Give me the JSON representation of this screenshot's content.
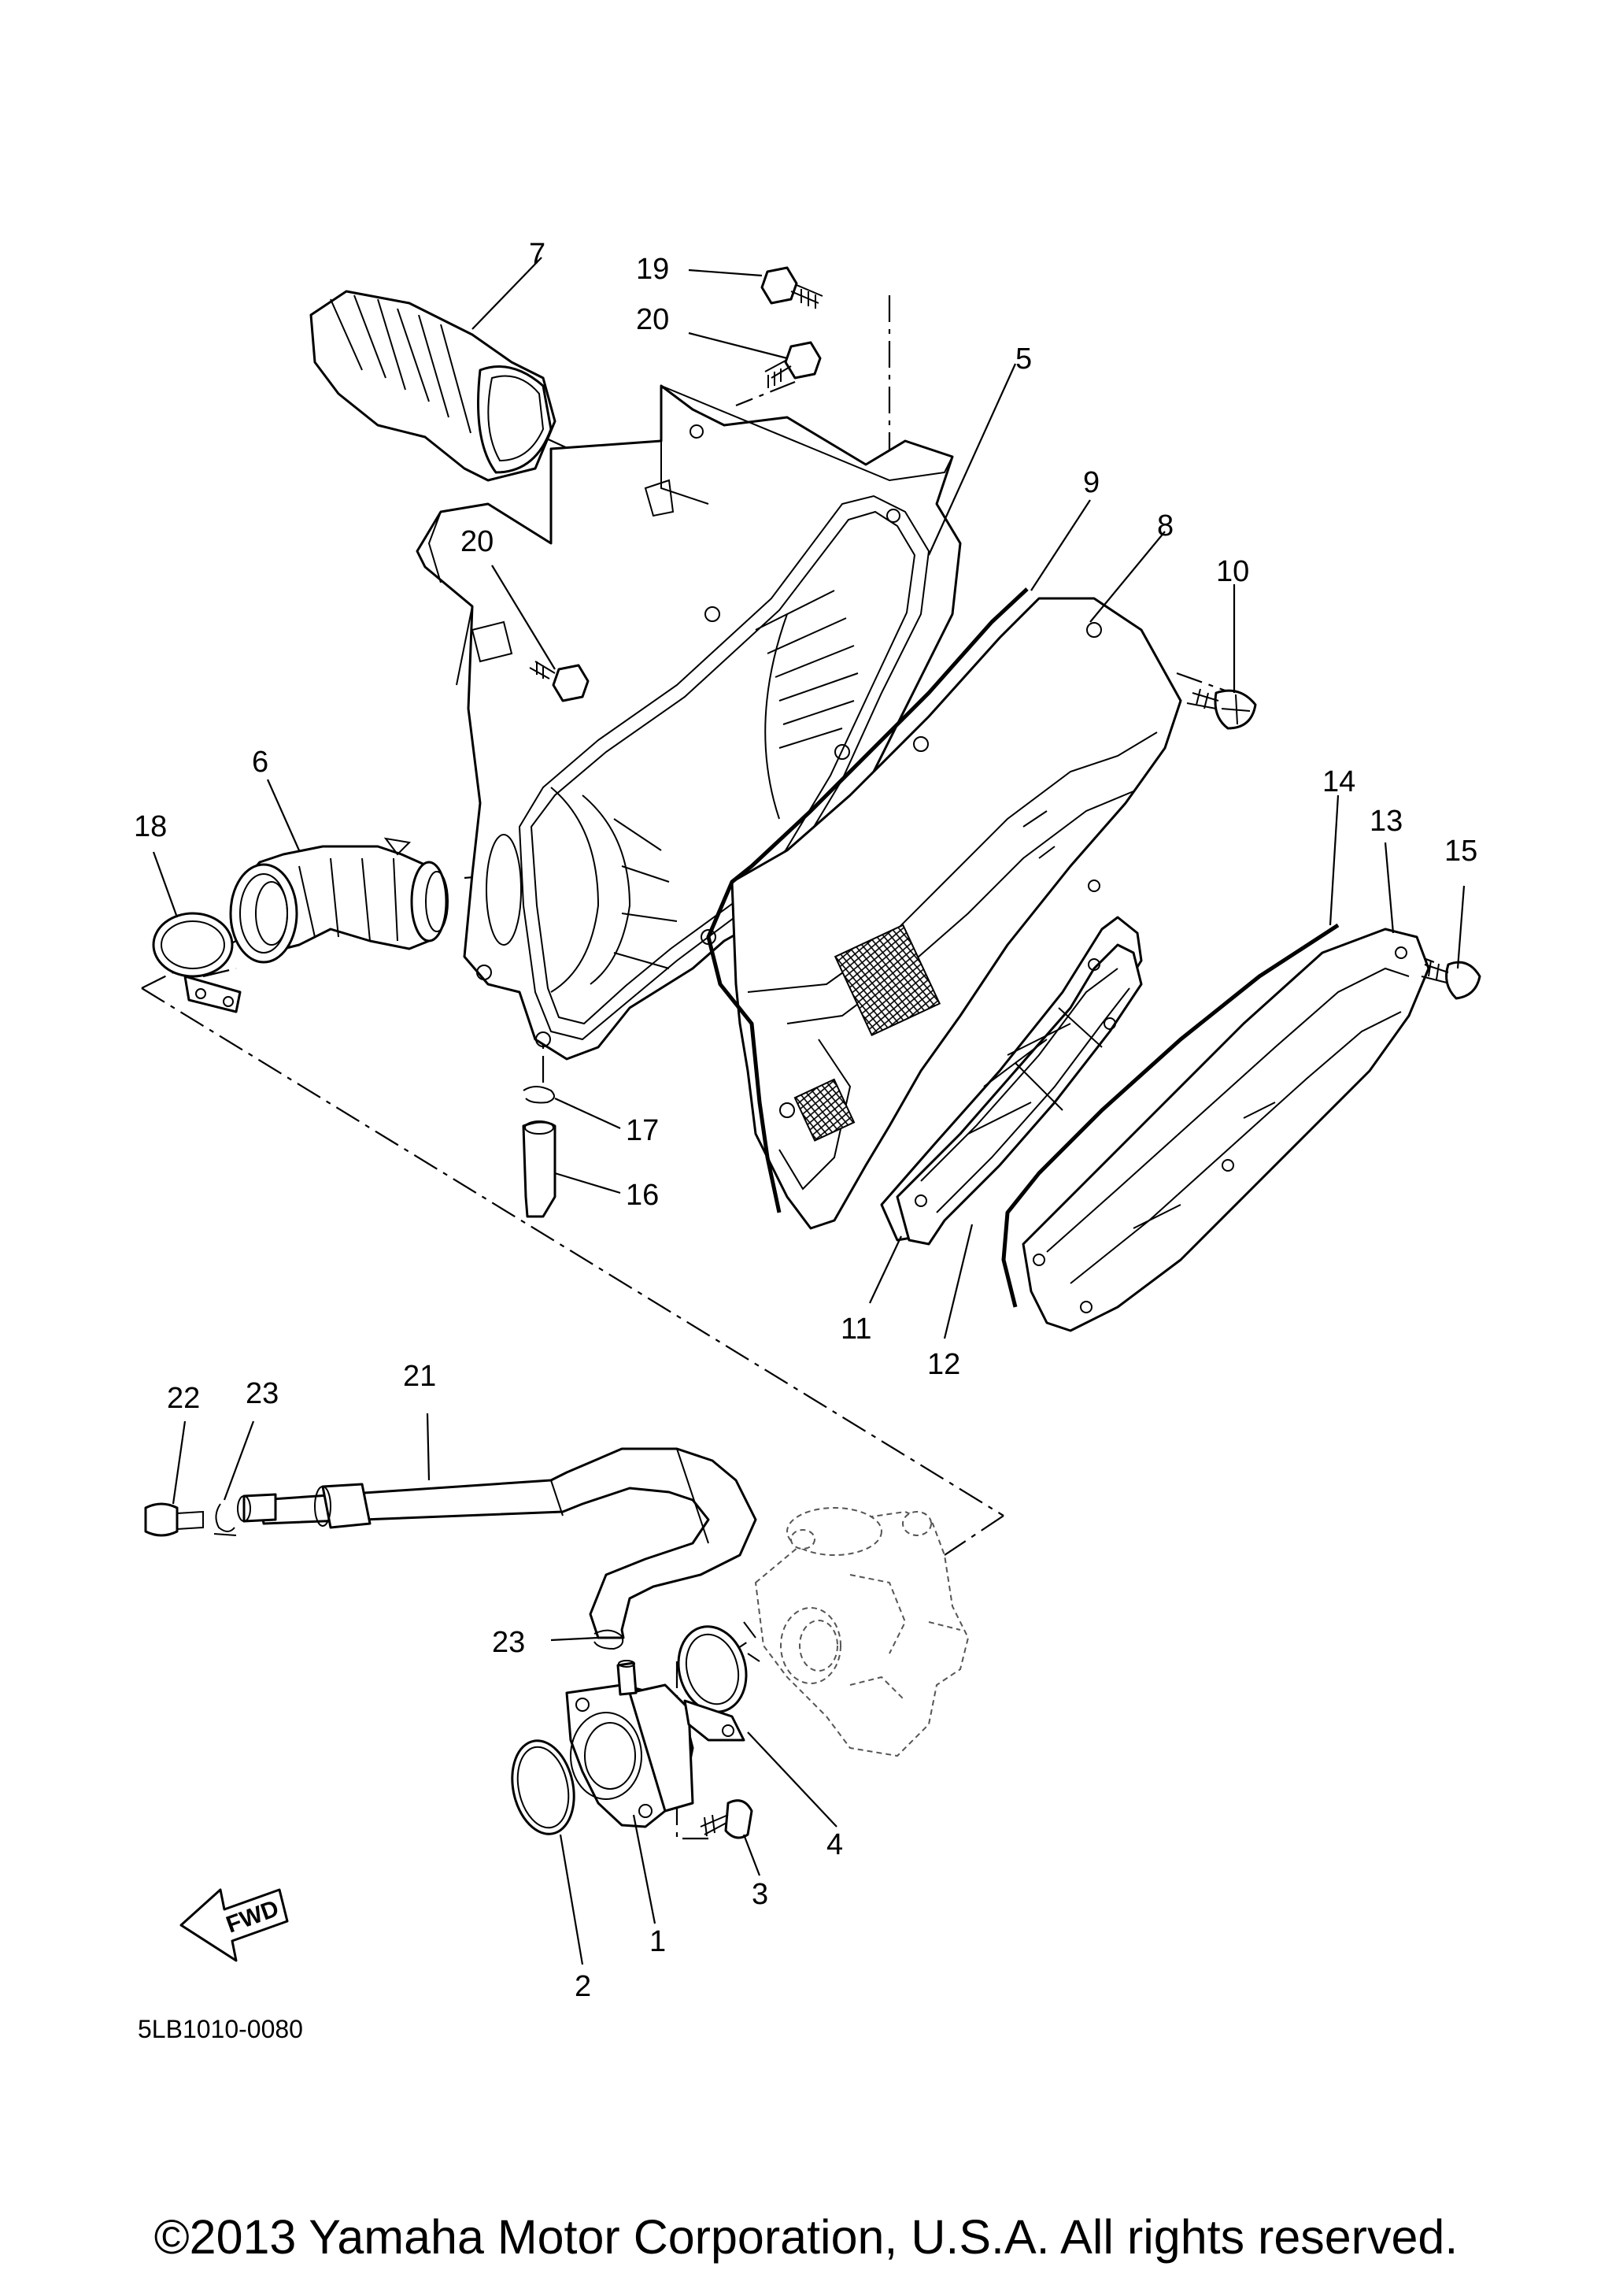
{
  "diagram": {
    "figure_code": "5LB1010-0080",
    "fwd_label": "FWD",
    "copyright": "©2013 Yamaha Motor Corporation, U.S.A. All rights reserved.",
    "callouts": {
      "c1": "1",
      "c2": "2",
      "c3": "3",
      "c4": "4",
      "c5": "5",
      "c6": "6",
      "c7": "7",
      "c8": "8",
      "c9": "9",
      "c10": "10",
      "c11": "11",
      "c12": "12",
      "c13": "13",
      "c14": "14",
      "c15": "15",
      "c16": "16",
      "c17": "17",
      "c18": "18",
      "c19": "19",
      "c20a": "20",
      "c20b": "20",
      "c21": "21",
      "c22": "22",
      "c23a": "23",
      "c23b": "23"
    }
  }
}
